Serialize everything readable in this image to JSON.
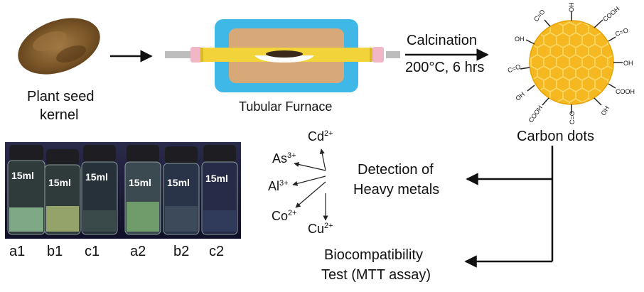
{
  "nodes": {
    "seed": {
      "line1": "Plant seed",
      "line2": "kernel"
    },
    "furnace": {
      "label": "Tubular Furnace"
    },
    "calcination": {
      "line1": "Calcination",
      "line2": "200°C, 6 hrs"
    },
    "carbon_dots": {
      "label": "Carbon dots"
    },
    "detection": {
      "line1": "Detection of",
      "line2": "Heavy metals"
    },
    "biocompat": {
      "line1": "Biocompatibility",
      "line2": "Test (MTT assay)"
    }
  },
  "ions": [
    {
      "symbol": "Cd",
      "charge": "2+"
    },
    {
      "symbol": "As",
      "charge": "3+"
    },
    {
      "symbol": "Al",
      "charge": "3+"
    },
    {
      "symbol": "Co",
      "charge": "2+"
    },
    {
      "symbol": "Cu",
      "charge": "2+"
    }
  ],
  "vial_labels": [
    "a1",
    "b1",
    "c1",
    "a2",
    "b2",
    "c2"
  ],
  "vial_print": "15ml",
  "functional_groups": [
    "OH",
    "COOH",
    "C=O",
    "OH",
    "COOH",
    "OH",
    "C=O",
    "COOH",
    "OH",
    "C=O",
    "OH",
    "C=O"
  ],
  "colors": {
    "arrow": "#111111",
    "dot_fill": "#f6b820",
    "furnace_blue": "#3fb8e8",
    "furnace_tan": "#d7a978",
    "tube_yellow": "#f2d43a"
  }
}
